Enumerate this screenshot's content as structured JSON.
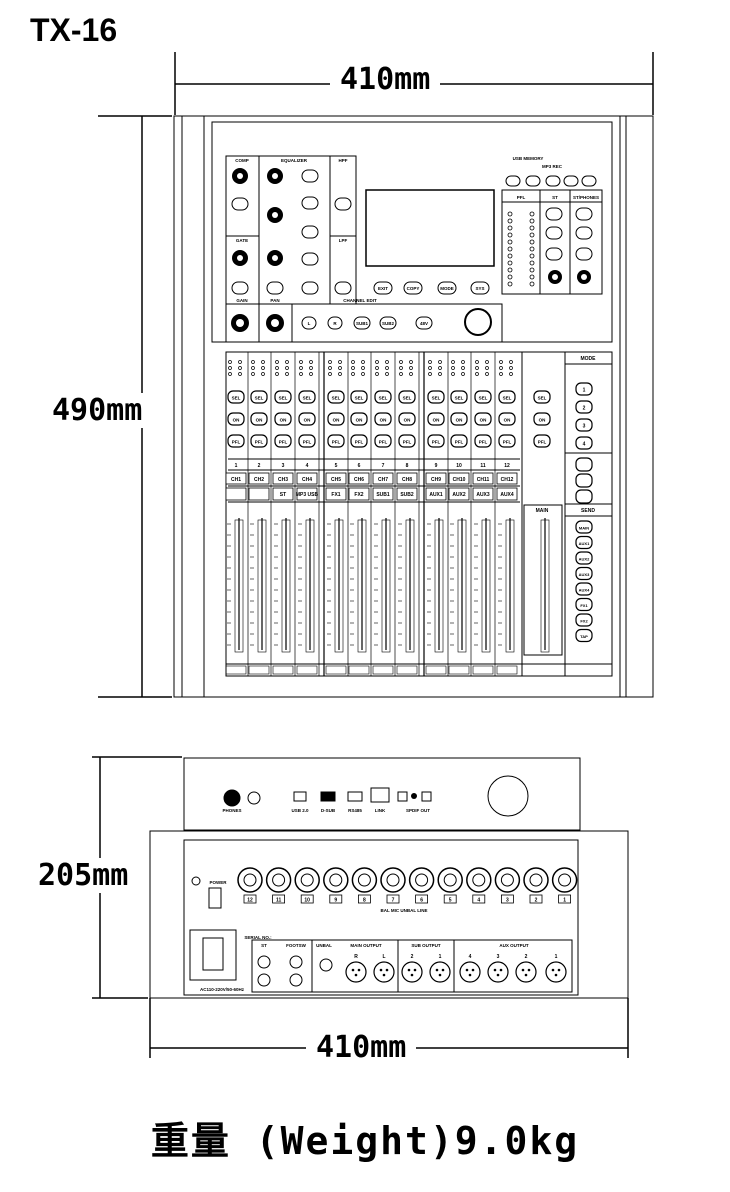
{
  "model": "TX-16",
  "dimensions": {
    "top_width": "410mm",
    "depth": "490mm",
    "height": "205mm",
    "bottom_width": "410mm"
  },
  "weight": "重量 (Weight)9.0kg",
  "top_panel": {
    "sections": {
      "comp": "COMP",
      "equalizer": "EQUALIZER",
      "hpf": "HPF",
      "gate": "GATE",
      "lpf": "LPF",
      "gain": "GAIN",
      "pan": "PAN",
      "channel_edit": "CHANNEL EDIT"
    },
    "usb_memory": "USB MEMORY",
    "mp3_rec": "MP3 REC",
    "pfl": "PFL",
    "st": "ST",
    "st_phones": "ST/PHONES",
    "function_buttons": [
      "EXIT",
      "COPY",
      "MODE",
      "SYS"
    ],
    "channel_edit_buttons": [
      "L",
      "R",
      "SUB1",
      "SUB2",
      "48V"
    ],
    "strip_buttons": [
      "SEL",
      "ON",
      "PFL"
    ],
    "channel_numbers": [
      "1",
      "2",
      "3",
      "4",
      "5",
      "6",
      "7",
      "8",
      "9",
      "10",
      "11",
      "12"
    ],
    "channel_names": [
      "CH1",
      "CH2",
      "CH3",
      "CH4",
      "CH5",
      "CH6",
      "CH7",
      "CH8",
      "CH9",
      "CH10",
      "CH11",
      "CH12"
    ],
    "layer2_names": [
      "",
      "",
      "ST",
      "MP3 USB",
      "FX1",
      "FX2",
      "SUB1",
      "SUB2",
      "AUX1",
      "AUX2",
      "AUX3",
      "AUX4"
    ],
    "main": "MAIN",
    "mode": "MODE",
    "mode_buttons": [
      "1",
      "2",
      "3",
      "4"
    ],
    "send": "SEND",
    "send_buttons": [
      "MAIN",
      "AUX1",
      "AUX2",
      "AUX3",
      "AUX4",
      "FX1",
      "FX2",
      "TAP"
    ]
  },
  "rear_panel": {
    "connector_labels": [
      "PHONES",
      "USB 2.0",
      "D-SUB",
      "RS485",
      "LINK",
      "SPDIF OUT"
    ],
    "power": "POWER",
    "serial": "SERIAL NO.:",
    "ac": "AC110-220V/50-60Hz",
    "combo_numbers": [
      "12",
      "11",
      "10",
      "9",
      "8",
      "7",
      "6",
      "5",
      "4",
      "3",
      "2",
      "1"
    ],
    "bal_label": "BAL MIC UNBAL LINE",
    "st": "ST",
    "footsw": "FOOTSW",
    "unbal": "UNBAL",
    "main_output": "MAIN OUTPUT",
    "main_output_lr": [
      "R",
      "L"
    ],
    "sub_output": "SUB OUTPUT",
    "sub_output_nums": [
      "2",
      "1"
    ],
    "aux_output": "AUX OUTPUT",
    "aux_output_nums": [
      "4",
      "3",
      "2",
      "1"
    ]
  }
}
